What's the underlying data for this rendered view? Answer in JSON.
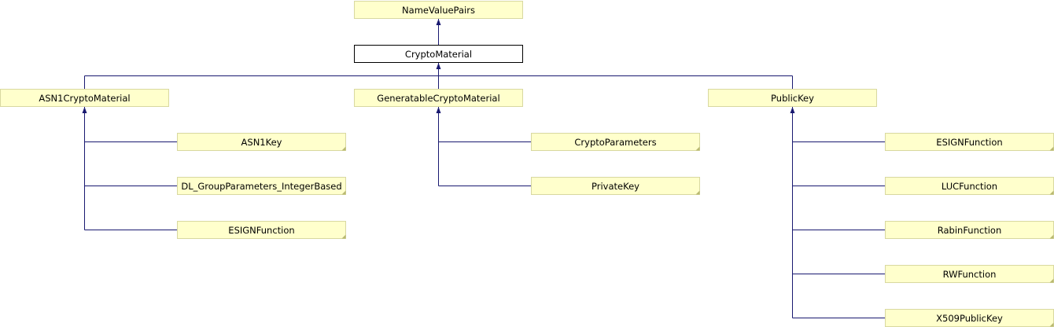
{
  "colors": {
    "edge": "#191970",
    "class_fill": "#ffffcc",
    "class_border": "#d8d8a0",
    "focus_fill": "#ffffff",
    "focus_border": "#000000",
    "corner_fold": "#b8b870"
  },
  "nodes": [
    {
      "id": "n-namevaluepairs",
      "label": "NameValuePairs",
      "focus": false,
      "fold": false
    },
    {
      "id": "n-cryptomaterial",
      "label": "CryptoMaterial",
      "focus": true,
      "fold": false
    },
    {
      "id": "n-asn1cryptomaterial",
      "label": "ASN1CryptoMaterial",
      "focus": false,
      "fold": false
    },
    {
      "id": "n-generatablecryptomaterial",
      "label": "GeneratableCryptoMaterial",
      "focus": false,
      "fold": false
    },
    {
      "id": "n-publickey",
      "label": "PublicKey",
      "focus": false,
      "fold": false
    },
    {
      "id": "n-asn1key",
      "label": "ASN1Key",
      "focus": false,
      "fold": true
    },
    {
      "id": "n-dl-groupparameters",
      "label": "DL_GroupParameters_IntegerBased",
      "focus": false,
      "fold": true
    },
    {
      "id": "n-esignfunction-left",
      "label": "ESIGNFunction",
      "focus": false,
      "fold": true
    },
    {
      "id": "n-cryptoparameters",
      "label": "CryptoParameters",
      "focus": false,
      "fold": true
    },
    {
      "id": "n-privatekey",
      "label": "PrivateKey",
      "focus": false,
      "fold": true
    },
    {
      "id": "n-esignfunction-right",
      "label": "ESIGNFunction",
      "focus": false,
      "fold": true
    },
    {
      "id": "n-lucfunction",
      "label": "LUCFunction",
      "focus": false,
      "fold": true
    },
    {
      "id": "n-rabinfunction",
      "label": "RabinFunction",
      "focus": false,
      "fold": true
    },
    {
      "id": "n-rwfunction",
      "label": "RWFunction",
      "focus": false,
      "fold": true
    },
    {
      "id": "n-x509publickey",
      "label": "X509PublicKey",
      "focus": false,
      "fold": true
    }
  ],
  "edges": [
    {
      "child": "n-cryptomaterial",
      "parent": "n-namevaluepairs"
    },
    {
      "child": "n-asn1cryptomaterial",
      "parent": "n-cryptomaterial"
    },
    {
      "child": "n-generatablecryptomaterial",
      "parent": "n-cryptomaterial"
    },
    {
      "child": "n-publickey",
      "parent": "n-cryptomaterial"
    },
    {
      "child": "n-asn1key",
      "parent": "n-asn1cryptomaterial"
    },
    {
      "child": "n-dl-groupparameters",
      "parent": "n-asn1cryptomaterial"
    },
    {
      "child": "n-esignfunction-left",
      "parent": "n-asn1cryptomaterial"
    },
    {
      "child": "n-cryptoparameters",
      "parent": "n-generatablecryptomaterial"
    },
    {
      "child": "n-privatekey",
      "parent": "n-generatablecryptomaterial"
    },
    {
      "child": "n-esignfunction-right",
      "parent": "n-publickey"
    },
    {
      "child": "n-lucfunction",
      "parent": "n-publickey"
    },
    {
      "child": "n-rabinfunction",
      "parent": "n-publickey"
    },
    {
      "child": "n-rwfunction",
      "parent": "n-publickey"
    },
    {
      "child": "n-x509publickey",
      "parent": "n-publickey"
    }
  ]
}
